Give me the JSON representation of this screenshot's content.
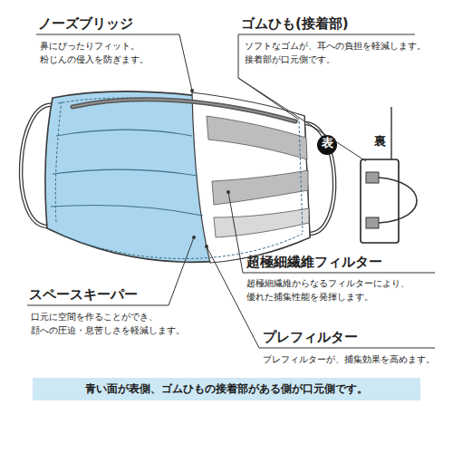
{
  "diagram": {
    "caption": "青い面が表側、ゴムひもの接着部がある側が口元側です。",
    "labels": [
      "ノーズブリッジ",
      "鼻にぴったりフィット。 粉じんの侵入を防ぎます。",
      "ゴムひも(接着部)",
      "ソフトなゴムが、耳への負担を軽減します。 接着部が口元側です。",
      "表",
      "裏",
      "超極細繊維フィルター",
      "超極細繊維からなるフィルターにより、 優れた捕集性能を発揮します。",
      "スペースキーパー",
      "口元に空間を作ることができ、 顔への圧迫・息苦しさを軽減します。",
      "プレフィルター",
      "プレフィルターが、捕集効果を高めます。"
    ]
  }
}
